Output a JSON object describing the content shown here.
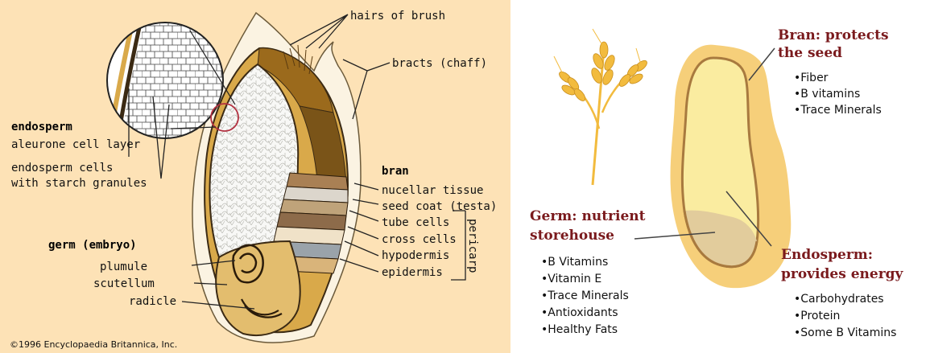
{
  "left": {
    "labels": {
      "hairs_of_brush": "hairs of brush",
      "bracts": "bracts (chaff)",
      "endosperm_title": "endosperm",
      "aleurone": "aleurone cell layer",
      "endosperm_cells_1": "endosperm cells",
      "endosperm_cells_2": "with starch granules",
      "bran_title": "bran",
      "nucellar": "nucellar tissue",
      "seed_coat": "seed coat (testa)",
      "tube_cells": "tube cells",
      "cross_cells": "cross cells",
      "hypodermis": "hypodermis",
      "epidermis": "epidermis",
      "pericarp": "pericarp",
      "germ_title": "germ (embryo)",
      "plumule": "plumule",
      "scutellum": "scutellum",
      "radicle": "radicle"
    },
    "copyright": "©1996 Encyclopaedia Britannica, Inc.",
    "colors": {
      "background": "#fde2b6",
      "chaff": "#fbf3e2",
      "endosperm": "#fafafa",
      "germ": "#e3bd6e"
    }
  },
  "right": {
    "sections": {
      "bran": {
        "title_1": "Bran: protects",
        "title_2": "the seed",
        "items": [
          "•Fiber",
          "•B vitamins",
          "•Trace Minerals"
        ]
      },
      "germ": {
        "title_1": "Germ: nutrient",
        "title_2": "storehouse",
        "items": [
          "•B Vitamins",
          "•Vitamin E",
          "•Trace Minerals",
          "•Antioxidants",
          "•Healthy Fats"
        ]
      },
      "endosperm": {
        "title_1": "Endosperm:",
        "title_2": "provides energy",
        "items": [
          "•Carbohydrates",
          "•Protein",
          "•Some B Vitamins"
        ]
      }
    },
    "colors": {
      "heading": "#7a1a1d",
      "bran": "#f6cf7a",
      "endosperm": "#faeca0",
      "germ": "#e2cc9c",
      "outline": "#a87a3f",
      "wheat": "#f2bb3e"
    }
  }
}
